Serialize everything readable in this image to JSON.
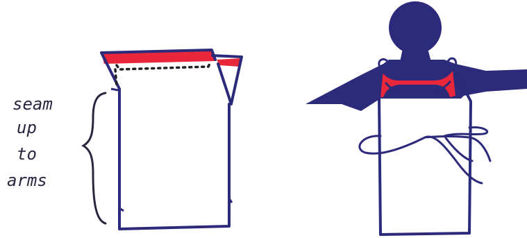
{
  "annotation": {
    "lines": [
      "seam",
      "up",
      "to",
      "arms"
    ]
  },
  "colors": {
    "ink": "#2c2a7a",
    "accent": "#e8283a",
    "text": "#2b2540",
    "paper": "#ffffff"
  },
  "figures": [
    {
      "name": "flat-garment-pattern",
      "parts": [
        "body-panel",
        "side-panel",
        "top-hem-red",
        "fold-line-dotted",
        "seam-brace"
      ]
    },
    {
      "name": "worn-garment-on-figure",
      "parts": [
        "head",
        "arms",
        "garment-body",
        "red-neckline-edge",
        "tie-sash"
      ]
    }
  ]
}
